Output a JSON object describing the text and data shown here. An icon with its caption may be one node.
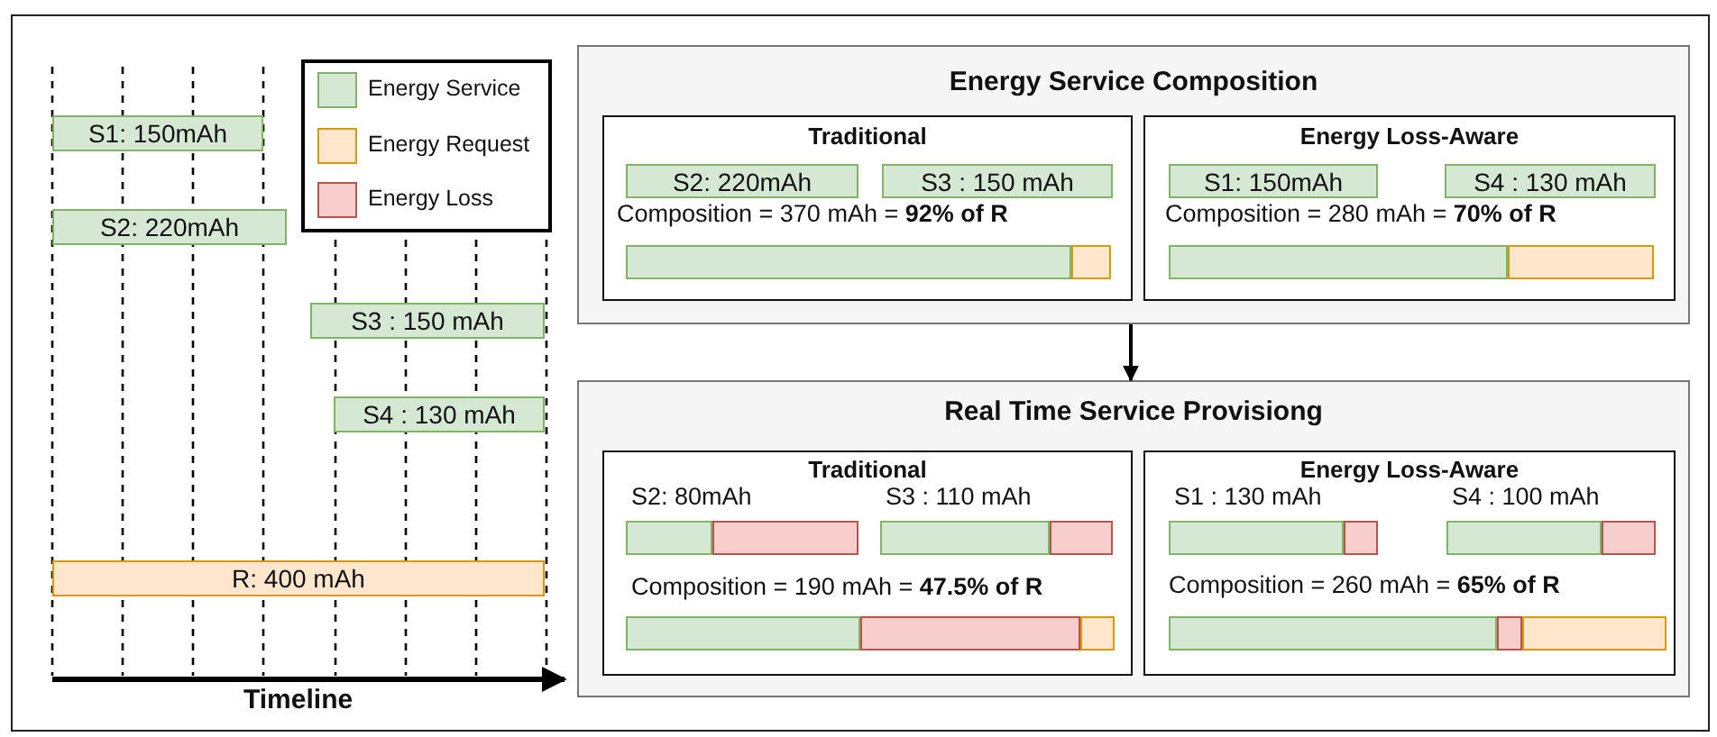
{
  "diagram": {
    "nodes": [
      {
        "text": [
          "S1: 150mAh"
        ]
      },
      {
        "text": [
          "S2: 220mAh"
        ]
      },
      {
        "text": [
          "S3 : 150 mAh"
        ]
      },
      {
        "text": [
          "S4 : 130 mAh"
        ]
      },
      {
        "text": [
          "R: 400 mAh"
        ]
      },
      {
        "text": [
          "Energy Service Composition"
        ]
      },
      {
        "text": [
          "Traditional",
          "Composition = 370 mAh = **92% of R**"
        ],
        "in": 5
      },
      {
        "text": [
          "S2: 220mAh"
        ],
        "in": 6
      },
      {
        "text": [
          "S3 : 150 mAh"
        ],
        "in": 6
      },
      {
        "text": [
          "Energy Loss-Aware",
          "Composition = 280 mAh = **70% of R**"
        ],
        "in": 5
      },
      {
        "text": [
          "S1: 150mAh"
        ],
        "in": 9
      },
      {
        "text": [
          "S4 : 130 mAh"
        ],
        "in": 9
      },
      {
        "text": [
          "Real Time Service Provisiong"
        ]
      },
      {
        "text": [
          "Traditional",
          "Composition = 190 mAh = **47.5% of R**"
        ],
        "in": 12
      },
      {
        "text": [],
        "shape": "bar",
        "in": 13,
        "beside": [
          "S2: 80mAh"
        ]
      },
      {
        "text": [],
        "shape": "bar",
        "in": 13,
        "beside": [
          "S3 : 110 mAh"
        ]
      },
      {
        "text": [
          "Energy Loss-Aware",
          "Composition = 260 mAh = **65% of R**"
        ],
        "in": 12
      },
      {
        "text": [],
        "shape": "bar",
        "in": 16,
        "beside": [
          "S1 : 130 mAh"
        ]
      },
      {
        "text": [],
        "shape": "bar",
        "in": 16,
        "beside": [
          "S4 : 100 mAh"
        ]
      }
    ],
    "edges": [
      {
        "from": 5,
        "to": 12,
        "arrow": "to"
      }
    ],
    "labels": [
      "Timeline"
    ],
    "legend": [
      {
        "text": "Energy Service",
        "color": "#d5e8d4"
      },
      {
        "text": "Energy Request",
        "color": "#ffe6cc"
      },
      {
        "text": "Energy Loss",
        "color": "#f8cecc"
      }
    ]
  }
}
